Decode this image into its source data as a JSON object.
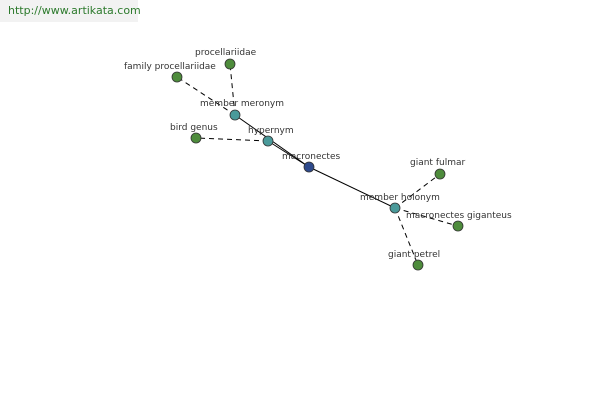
{
  "watermark": "http://www.artikata.com",
  "colors": {
    "center_node": "#2e4a8c",
    "relation_node": "#4a9a9a",
    "leaf_node": "#4e8c3c",
    "edge": "#000000"
  },
  "nodes": {
    "macronectes": {
      "label": "macronectes",
      "kind": "center"
    },
    "member_meronym": {
      "label": "member meronym",
      "kind": "relation"
    },
    "hypernym": {
      "label": "hypernym",
      "kind": "relation"
    },
    "member_holonym": {
      "label": "member holonym",
      "kind": "relation"
    },
    "family_procellariidae": {
      "label": "family procellariidae",
      "kind": "leaf"
    },
    "procellariidae": {
      "label": "procellariidae",
      "kind": "leaf"
    },
    "bird_genus": {
      "label": "bird genus",
      "kind": "leaf"
    },
    "giant_fulmar": {
      "label": "giant fulmar",
      "kind": "leaf"
    },
    "macronectes_giganteus": {
      "label": "macronectes giganteus",
      "kind": "leaf"
    },
    "giant_petrel": {
      "label": "giant petrel",
      "kind": "leaf"
    }
  },
  "edges": [
    {
      "from": "macronectes",
      "to": "member_meronym",
      "style": "solid"
    },
    {
      "from": "macronectes",
      "to": "hypernym",
      "style": "solid"
    },
    {
      "from": "macronectes",
      "to": "member_holonym",
      "style": "solid"
    },
    {
      "from": "member_meronym",
      "to": "family_procellariidae",
      "style": "dashed"
    },
    {
      "from": "member_meronym",
      "to": "procellariidae",
      "style": "dashed"
    },
    {
      "from": "hypernym",
      "to": "bird_genus",
      "style": "dashed"
    },
    {
      "from": "member_holonym",
      "to": "giant_fulmar",
      "style": "dashed"
    },
    {
      "from": "member_holonym",
      "to": "macronectes_giganteus",
      "style": "dashed"
    },
    {
      "from": "member_holonym",
      "to": "giant_petrel",
      "style": "dashed"
    }
  ]
}
